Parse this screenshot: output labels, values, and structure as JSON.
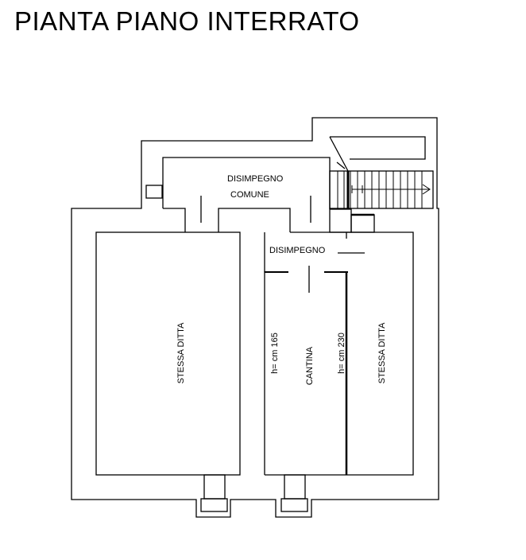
{
  "title": "PIANTA PIANO INTERRATO",
  "labels": {
    "disimpegno_comune_1": "DISIMPEGNO",
    "disimpegno_comune_2": "COMUNE",
    "disimpegno": "DISIMPEGNO",
    "stessa_ditta_left": "STESSA DITTA",
    "stessa_ditta_right": "STESSA DITTA",
    "cantina": "CANTINA",
    "h_165": "h= cm 165",
    "h_230": "h= cm 230"
  }
}
